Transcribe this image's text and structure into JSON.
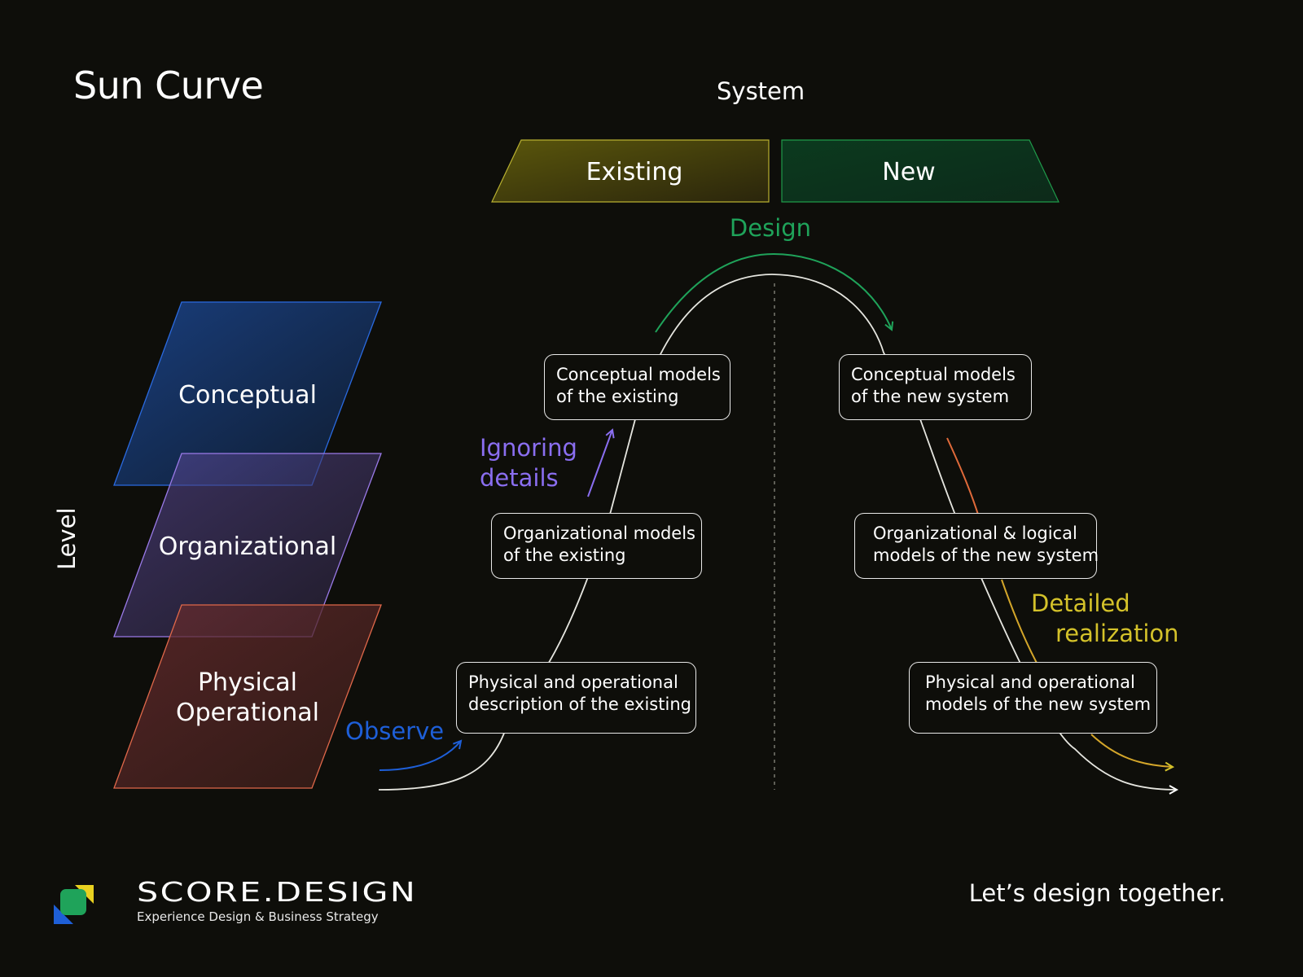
{
  "title": "Sun Curve",
  "axis": {
    "system_label": "System",
    "level_label": "Level"
  },
  "system_tabs": {
    "existing": {
      "label": "Existing",
      "color": "#5e5a12"
    },
    "new": {
      "label": "New",
      "color": "#0f4a2a"
    }
  },
  "levels": [
    {
      "label": "Conceptual",
      "color": "#1f5ab8"
    },
    {
      "label": "Organizational",
      "color": "#8a6ad8"
    },
    {
      "label_line1": "Physical",
      "label_line2": "Operational",
      "color": "#e06a4a"
    }
  ],
  "boxes": {
    "existing_conceptual": {
      "line1": "Conceptual models",
      "line2": "of the existing"
    },
    "existing_organizational": {
      "line1": "Organizational models",
      "line2": "of the existing"
    },
    "existing_physical": {
      "line1": "Physical and operational",
      "line2": "description of the existing"
    },
    "new_conceptual": {
      "line1": "Conceptual models",
      "line2": "of the new system"
    },
    "new_organizational": {
      "line1": "Organizational  & logical",
      "line2": "models  of the new system"
    },
    "new_physical": {
      "line1": "Physical and operational",
      "line2": "models  of the new system"
    }
  },
  "annotations": {
    "design": {
      "label": "Design",
      "color": "#1fa35a"
    },
    "observe": {
      "label": "Observe",
      "color": "#1e5fd8"
    },
    "ignoring": {
      "line1": "Ignoring",
      "line2": "details",
      "color": "#8a6ef0"
    },
    "detailed": {
      "line1": "Detailed",
      "line2": "realization",
      "color": "#d4c22a"
    }
  },
  "footer": {
    "brand": "SCORE.DESIGN",
    "subtitle": "Experience Design & Business Strategy",
    "tagline": "Let’s design together."
  }
}
